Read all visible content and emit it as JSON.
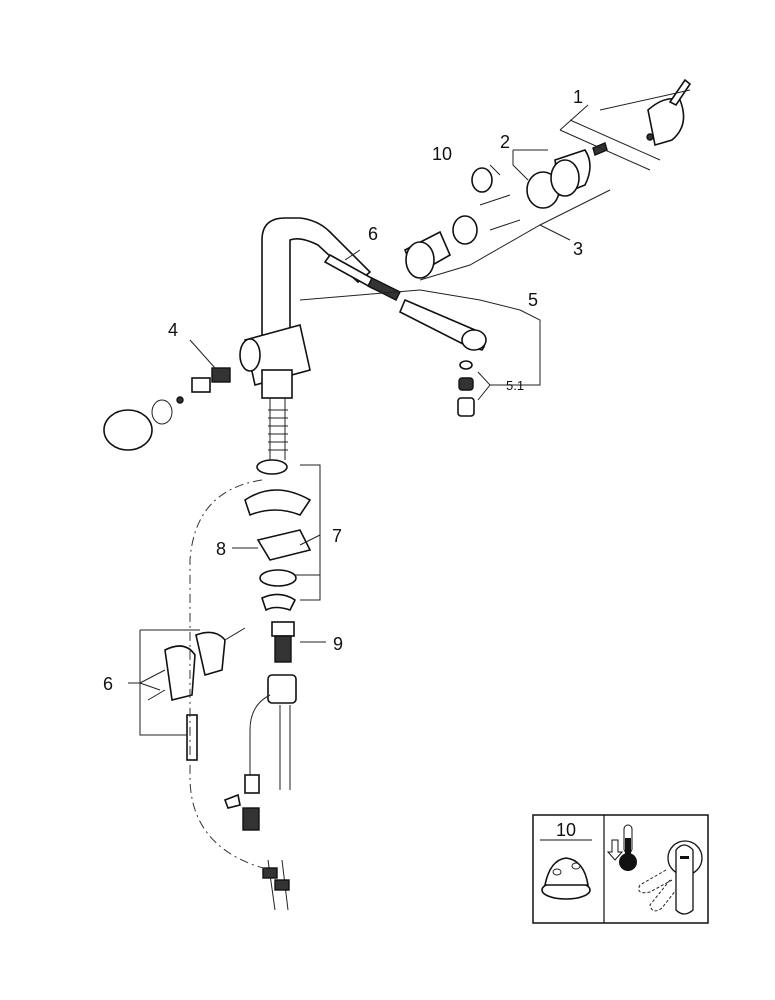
{
  "diagram": {
    "labels": {
      "p1": "1",
      "p2": "2",
      "p3": "3",
      "p4": "4",
      "p5": "5",
      "p5_1": "5.1",
      "p6_top": "6",
      "p6_left": "6",
      "p7": "7",
      "p8": "8",
      "p9": "9",
      "p10": "10"
    },
    "inset": {
      "part_number": "10"
    }
  }
}
